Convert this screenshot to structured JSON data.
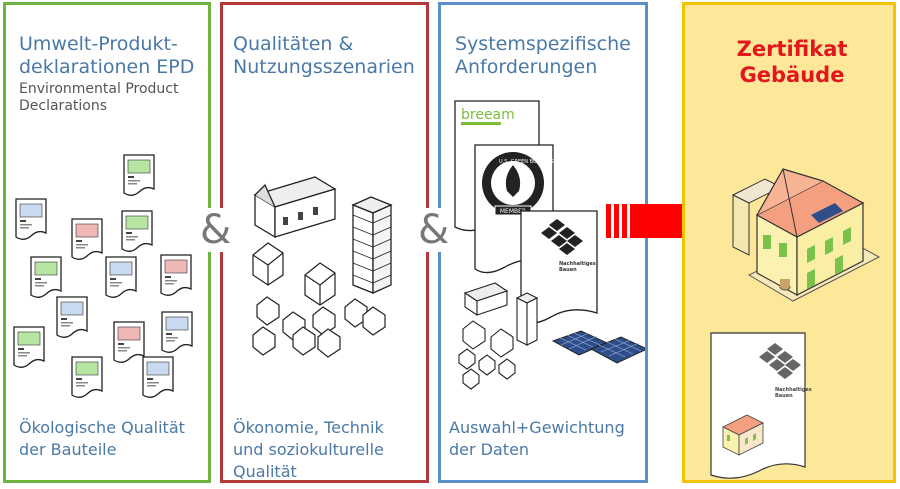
{
  "panels": {
    "epd": {
      "title_line1": "Umwelt-Produkt-",
      "title_line2": "deklarationen EPD",
      "subtitle_line1": "Environmental Product",
      "subtitle_line2": "Declarations",
      "bottom_line1": "Ökologische Qualität",
      "bottom_line2": "der Bauteile",
      "border_color": "#6db33f"
    },
    "quality": {
      "title_line1": "Qualitäten &",
      "title_line2": "Nutzungsszenarien",
      "bottom_line1": "Ökonomie, Technik",
      "bottom_line2": "und soziokulturelle",
      "bottom_line3": "Qualität",
      "border_color": "#b23a3a"
    },
    "system": {
      "title_line1": "Systemspezifische",
      "title_line2": "Anforderungen",
      "bottom_line1": "Auswahl+Gewichtung",
      "bottom_line2": "der Daten",
      "doc_breeam": "breeam",
      "doc_usgbc": "U.S. GREEN BUILDING COUNCIL",
      "doc_usgbc_member": "MEMBER",
      "doc_dgnb_line1": "Nachhaltiges",
      "doc_dgnb_line2": "Bauen",
      "border_color": "#5a8fc8"
    },
    "certificate": {
      "title_line1": "Zertifikat",
      "title_line2": "Gebäude",
      "doc_line1": "Nachhaltiges",
      "doc_line2": "Bauen",
      "border_color": "#f0c400",
      "title_color": "#e3161b"
    }
  },
  "connectors": {
    "amp1": "&",
    "amp2": "&"
  },
  "arrow_color": "#ff0000"
}
